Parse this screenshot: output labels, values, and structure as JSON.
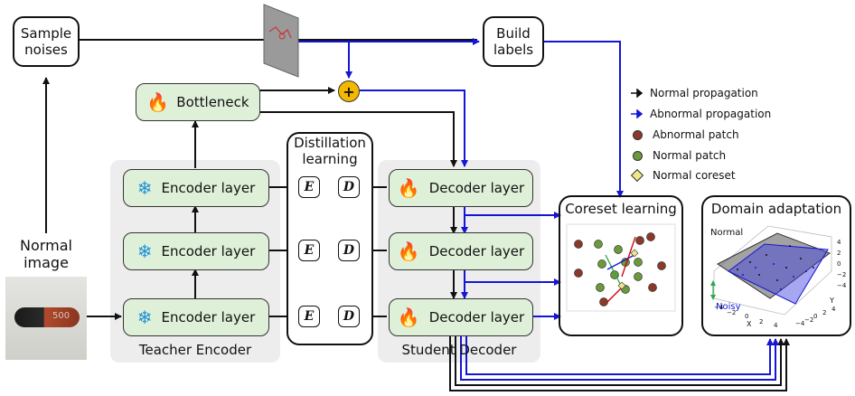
{
  "nodes": {
    "sample_noises": "Sample\nnoises",
    "build_labels": "Build\nlabels",
    "bottleneck": "Bottleneck",
    "encoder_layer": "Encoder layer",
    "decoder_layer": "Decoder layer",
    "distillation": "Distillation\nlearning",
    "normal_image": "Normal\nimage",
    "teacher_encoder": "Teacher Encoder",
    "student_decoder": "Student Decoder",
    "coreset_learning": "Coreset learning",
    "domain_adaptation": "Domain adaptation",
    "E": "E",
    "D": "D",
    "plus": "+",
    "pill_text": "500"
  },
  "legend": [
    {
      "marker": "black-arrow",
      "label": "Normal propagation",
      "color": "#111111"
    },
    {
      "marker": "blue-arrow",
      "label": "Abnormal propagation",
      "color": "#1515d6"
    },
    {
      "marker": "brown-dot",
      "label": "Abnormal patch",
      "color": "#8b3a2a"
    },
    {
      "marker": "green-dot",
      "label": "Normal patch",
      "color": "#6b9a3a"
    },
    {
      "marker": "yellow-diamond",
      "label": "Normal coreset",
      "color": "#f0e68c"
    }
  ],
  "plot_labels": {
    "normal": "Normal",
    "noisy": "Noisy",
    "axis_x": "X",
    "axis_y": "Y",
    "z_ticks": [
      "4",
      "2",
      "0",
      "−2",
      "−4"
    ],
    "x_ticks": [
      "−4",
      "−2",
      "0",
      "2",
      "4"
    ],
    "y_ticks": [
      "−4",
      "−2",
      "0",
      "2",
      "4"
    ]
  },
  "colors": {
    "green_fill": "#dff0d8",
    "panel_gray": "#ededed",
    "blue": "#1515d6",
    "plus_fill": "#f5b800",
    "flame": "#e8521f",
    "snow": "#1e90d6"
  },
  "icons": {
    "encoder": "snowflake-icon",
    "decoder": "flame-icon",
    "bottleneck": "flame-icon",
    "fusion": "plus-circle-icon"
  }
}
